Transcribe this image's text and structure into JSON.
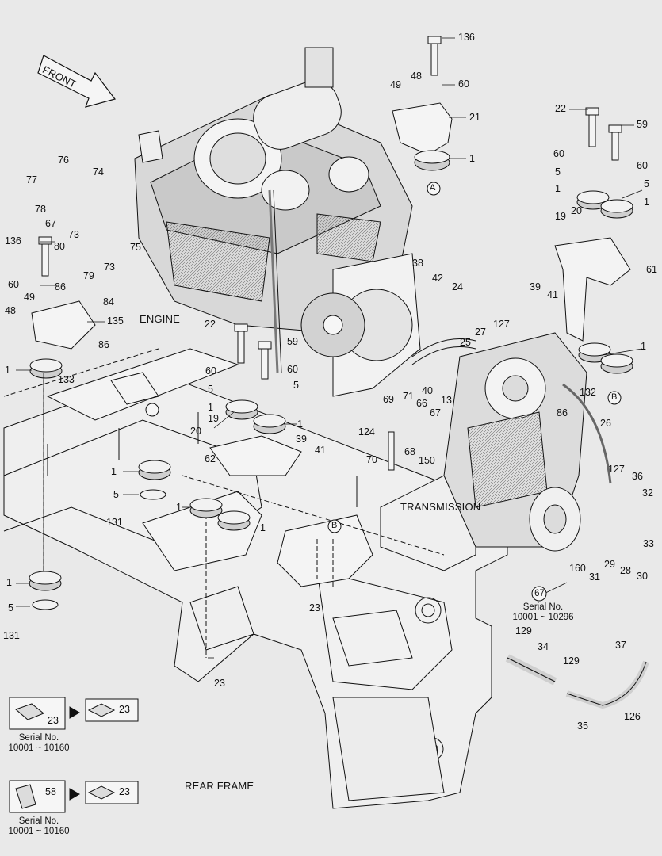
{
  "labels": {
    "front": "FRONT",
    "engine": "ENGINE",
    "transmission": "TRANSMISSION",
    "rear_frame": "REAR FRAME"
  },
  "callouts": [
    "136",
    "48",
    "49",
    "60",
    "21",
    "1",
    "A",
    "22",
    "59",
    "60",
    "5",
    "60",
    "1",
    "5",
    "1",
    "19",
    "20",
    "61",
    "76",
    "74",
    "77",
    "78",
    "67",
    "80",
    "73",
    "75",
    "79",
    "73",
    "136",
    "38",
    "42",
    "24",
    "60",
    "86",
    "84",
    "49",
    "48",
    "135",
    "39",
    "41",
    "1",
    "86",
    "133",
    "1",
    "B",
    "22",
    "59",
    "60",
    "60",
    "5",
    "5",
    "25",
    "27",
    "127",
    "132",
    "40",
    "13",
    "1",
    "1",
    "86",
    "19",
    "20",
    "69",
    "71",
    "66",
    "67",
    "26",
    "124",
    "68",
    "70",
    "150",
    "39",
    "41",
    "62",
    "1",
    "5",
    "131",
    "127",
    "36",
    "32",
    "1",
    "1",
    "B",
    "33",
    "1",
    "23",
    "160",
    "29",
    "28",
    "30",
    "31",
    "5",
    "131",
    "23",
    "129",
    "34",
    "129",
    "37",
    "126",
    "35",
    "23",
    "23",
    "58",
    "23"
  ],
  "serial_note": {
    "circled": "67",
    "line1": "Serial No.",
    "line2": "10001 ~ 10296"
  },
  "inset_1": {
    "part_left": "23",
    "part_right": "23",
    "line1": "Serial No.",
    "line2": "10001 ~ 10160"
  },
  "inset_2": {
    "part_left": "58",
    "part_right": "23",
    "line1": "Serial No.",
    "line2": "10001 ~ 10160"
  }
}
